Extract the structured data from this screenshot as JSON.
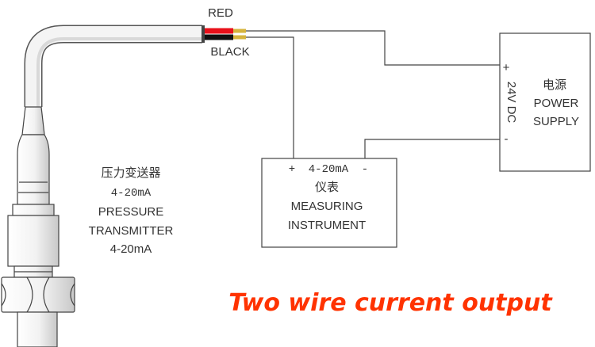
{
  "wire_labels": {
    "red": "RED",
    "black": "BLACK"
  },
  "transmitter": {
    "zh": "压力变送器",
    "range_mono": "4-20mA",
    "name_line1": "PRESSURE",
    "name_line2": "TRANSMITTER",
    "range": "4-20mA"
  },
  "instrument": {
    "plus": "+",
    "range": "4-20mA",
    "minus": "-",
    "zh": "仪表",
    "name_line1": "MEASURING",
    "name_line2": "INSTRUMENT"
  },
  "power_supply": {
    "plus": "+",
    "voltage": "24V DC",
    "minus": "-",
    "zh": "电源",
    "name_line1": "POWER",
    "name_line2": "SUPPLY"
  },
  "title": "Two wire current output",
  "colors": {
    "title": "#ff3300",
    "red_wire": "#e8101a",
    "black_wire": "#111111",
    "core": "#d6b43c",
    "line": "#444444"
  }
}
